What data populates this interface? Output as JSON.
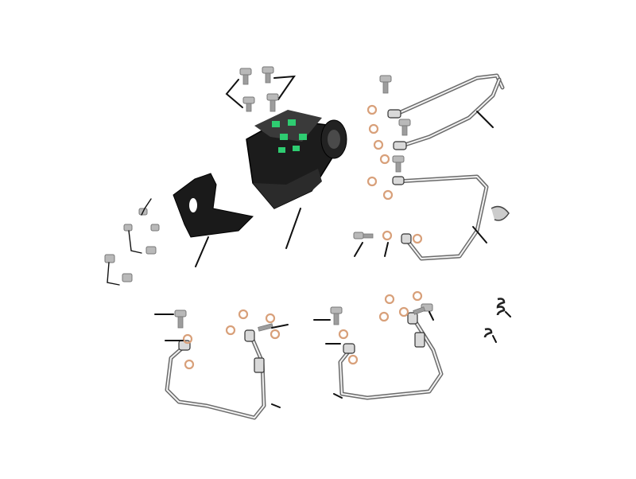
{
  "diagram": {
    "parts": [
      "abs-modulator",
      "mounting-bracket",
      "brake-hose-upper",
      "brake-hose-middle",
      "brake-hose-lower-left",
      "brake-hose-lower-right",
      "hose-clamp",
      "spring-clip",
      "banjo-bolt",
      "copper-washer",
      "bracket-screw",
      "retaining-clip"
    ],
    "colors": {
      "line": "#111111",
      "hose": "#6b6b6b",
      "washer": "#d8a07a",
      "connector": "#2ecc71",
      "unit": "#1c1c1c"
    }
  }
}
